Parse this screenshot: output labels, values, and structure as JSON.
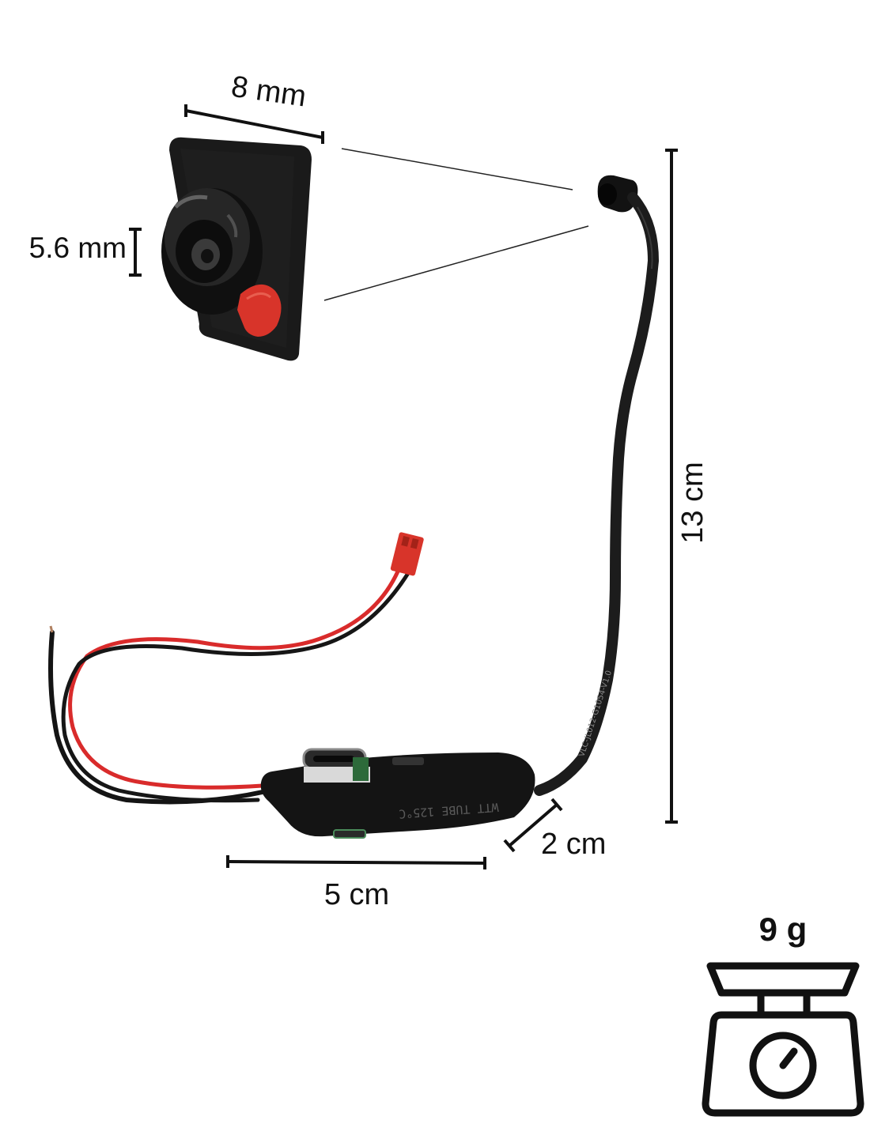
{
  "dimensions": {
    "camera_width": "8 mm",
    "camera_height": "5.6 mm",
    "cable_length": "13 cm",
    "module_length": "5 cm",
    "module_width": "2 cm"
  },
  "product": {
    "weight": "9 g",
    "cable_print": "VLC-JL012-G1054-V1.0",
    "module_print": "WTT TUBE 125°C"
  },
  "icons": {
    "weight_icon": "kitchen-scale-icon"
  },
  "colors": {
    "background": "#ffffff",
    "ink": "#111111",
    "camera_body": "#1a1a1a",
    "wire_red": "#d92b2b",
    "connector_red": "#d8342a"
  }
}
